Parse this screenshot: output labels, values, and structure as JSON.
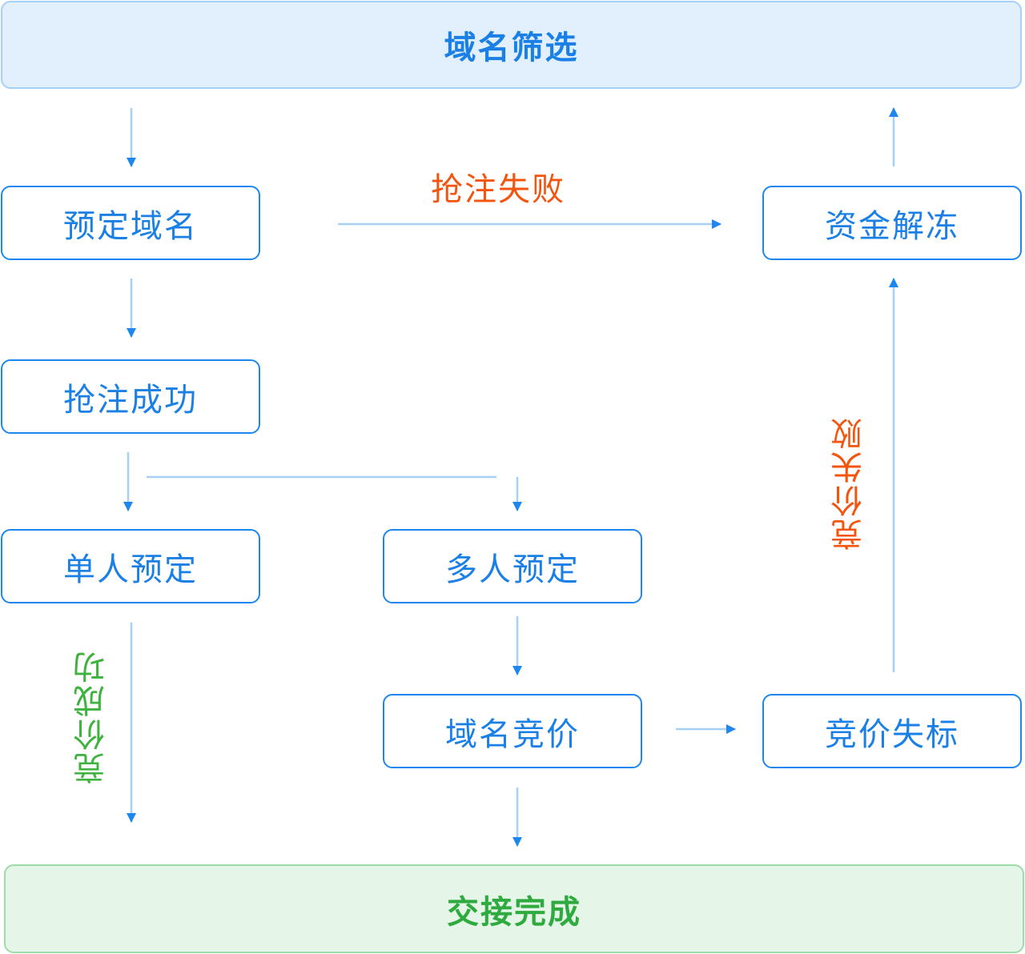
{
  "colors": {
    "primary": "#1e87ef",
    "line": "#a8d0f7",
    "fail": "#f3550f",
    "success": "#3fb23f"
  },
  "nodes": {
    "filter": "域名筛选",
    "reserve": "预定域名",
    "grab_success": "抢注成功",
    "single": "单人预定",
    "multi": "多人预定",
    "auction": "域名竞价",
    "lose_bid": "竞价失标",
    "unfreeze": "资金解冻",
    "complete": "交接完成"
  },
  "edge_labels": {
    "grab_fail": "抢注失败",
    "bid_fail": "竞价失败",
    "bid_success": "竞价成功"
  }
}
